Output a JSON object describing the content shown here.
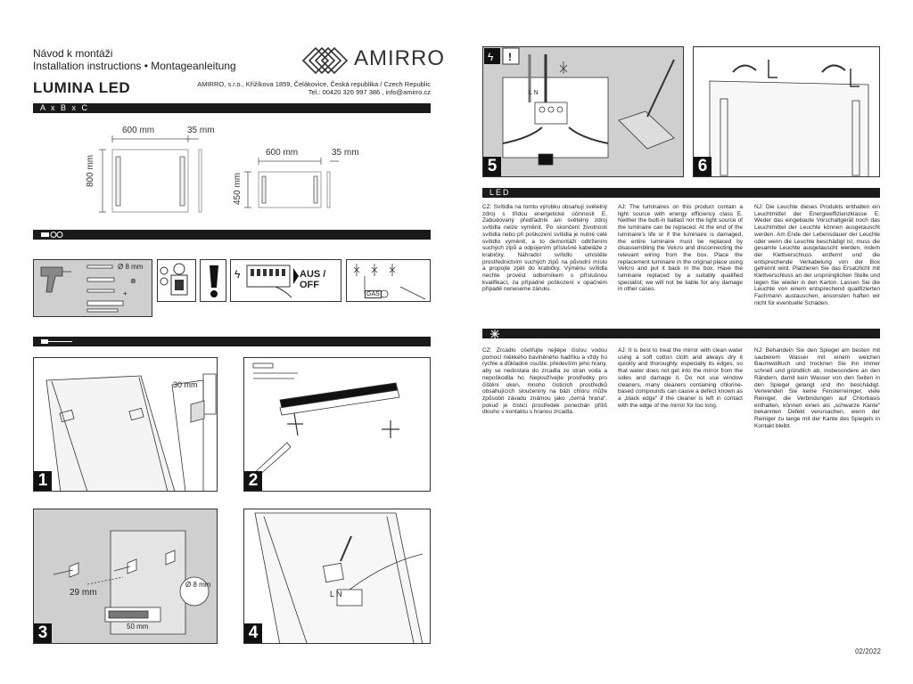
{
  "header": {
    "title_cz": "Návod k montáži",
    "title_multi": "Installation instructions • Montageanleitung",
    "product": "LUMINA LED",
    "company_line1": "AMIRRO, s.r.o.,  Křižíkova 1859, Čelákovice, Česká republika / Czech Republic",
    "company_line2": "Tel.: 00420 326 997 386 , info@amirro.cz",
    "logo": "AMIRRO"
  },
  "sections": {
    "dimensions_bar": "A x B x C",
    "led_bar": "LED"
  },
  "dimensions": {
    "large_width": "600 mm",
    "large_depth": "35 mm",
    "large_height": "800 mm",
    "small_width": "600 mm",
    "small_depth": "35 mm",
    "small_height": "450 mm"
  },
  "tools": {
    "drill_size": "Ø 8 mm",
    "switch_label": "AUS / OFF",
    "gas_label": "GAS"
  },
  "steps": {
    "s1": "1",
    "s1_dim": "30 mm",
    "s2": "2",
    "s3": "3",
    "s3_dim1": "29 mm",
    "s3_dim2": "50 mm",
    "s3_drill": "Ø 8 mm",
    "s4": "4",
    "s4_wires": "L N",
    "s5": "5",
    "s5_wires": "L  N",
    "s6": "6"
  },
  "led_text": {
    "cz": "CZ: Svítidla na tomto výrobku obsahují světelný zdroj s třídou energetické účinnosti E. Zabudovaný předřadník ani světelný zdroj svítidla nelze vyměnit. Po skončení životnosti svítidla nebo při poškození svítidla je nutné celé svítidlo vyměnit, a to demontáží odtržením suchých zipů a odpojením příslušné kabeláže z krabičky. Náhradní svítidlo umístěte prostřednictvím suchých zipů na původní místo a propojte zpět do krabičky. Výměnu svítidla nechte provést odborníkem s příslušnou kvalifikací, za případné poškození v opačném případě neneseme záruku.",
    "en": "AJ: The luminaires on this product contain a light source with energy efficiency class E. Neither the built-in ballast nor the light source of the luminaire can be replaced. At the end of the luminaire's life or if the luminaire is damaged, the entire luminaire must be replaced by disassembling the Velcro and disconnecting the relevant wiring from the box. Place the replacement luminaire in the original place using Velcro and put it back in the box. Have the luminaire replaced by a suitably qualified specialist; we will not be liable for any damage in other cases.",
    "de": "NJ: Die Leuchte dieses Produkts enthalten ein Leuchtmittel der Energieeffizienzklasse E. Weder das eingebaute Vorschaltgerät noch das Leuchtmittel der Leuchte können ausgetauscht werden. Am Ende der Lebensdauer der Leuchte oder wenn die Leuchte beschädigt ist, muss die gesamte Leuchte ausgetauscht werden, indem der Klettverschluss entfernt und die entsprechende Verkabelung von der Box getrennt wird. Platzieren Sie das Ersatzlicht mit Klettverschluss an der ursprünglichen Stelle und legen Sie wieder in den Karton. Lassen Sie die Leuchte von einem entsprechend qualifizierten Fachmann austauschen, ansonsten haften wir nicht für eventuelle Schäden."
  },
  "care_text": {
    "cz": "CZ: Zrcadlo ošetřujte nejlépe čistou vodou pomocí měkkého bavlněného hadříku a vždy ho rychle a důkladně osušte, především jeho hrany, aby se nedostala do zrcadla ze stran voda a nepoškodila ho. Nepoužívejte prostředky pro čištění oken, mnoho čisticích prostředků obsahujících sloučeniny na bázi chlóru může způsobit závadu známou jako „černá hrana“, pokud je čisticí prostředek ponechán příliš dlouho v kontaktu s hranou zrcadla.",
    "en": "AJ: It is best to treat the mirror with clean water using a soft cotton cloth and always dry it quickly and thoroughly, especially its edges, so that water does not get into the mirror from the sides and damage it. Do not use window cleaners, many cleaners containing chlorine-based compounds can cause a defect known as a „black edge“ if the cleaner is left in contact with the edge of the mirror for too long.",
    "de": "NJ: Behandeln Sie den Spiegel am besten mit sauberem Wasser mit einem weichen Baumwolltuch und trocknen Sie ihn immer schnell und gründlich ab, insbesondere an den Rändern, damit kein Wasser von den Seiten in den Spiegel gelangt und ihn beschädigt. Verwenden Sie keine Fensterreiniger, viele Reiniger, die Verbindungen auf Chlorbasis enthalten, können einen als „schwarze Kante“ bekannten Defekt verursachen, wenn der Reiniger zu lange mit der Kante des Spiegels in Kontakt bleibt."
  },
  "footer": {
    "date": "02/2022"
  }
}
